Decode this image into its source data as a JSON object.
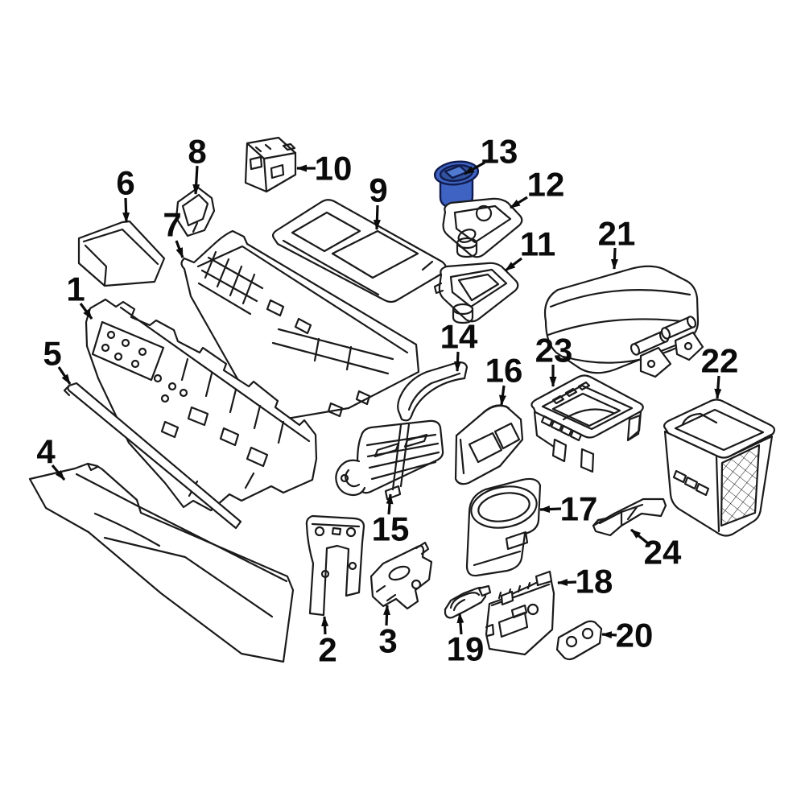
{
  "diagram": {
    "background": "#ffffff",
    "line_color": "#1a1a1a",
    "label_color": "#0b0b0b",
    "highlighted_part": {
      "number": "13",
      "fill": "#3f63c2",
      "rim_fill": "#33539f",
      "slot_fill": "#5079d0",
      "stroke": "#101c4f"
    },
    "callouts": [
      {
        "number": "1",
        "label": [
          94,
          359
        ],
        "arrow": [
          100,
          377,
          114,
          396
        ]
      },
      {
        "number": "2",
        "label": [
          407,
          807
        ],
        "arrow": [
          404,
          788,
          403,
          766
        ]
      },
      {
        "number": "3",
        "label": [
          482,
          796
        ],
        "arrow": [
          480,
          777,
          481,
          752
        ]
      },
      {
        "number": "4",
        "label": [
          57,
          561
        ],
        "arrow": [
          65,
          578,
          80,
          596
        ]
      },
      {
        "number": "5",
        "label": [
          65,
          439
        ],
        "arrow": [
          73,
          456,
          87,
          477
        ]
      },
      {
        "number": "6",
        "label": [
          156,
          227
        ],
        "arrow": [
          156,
          246,
          157,
          276
        ]
      },
      {
        "number": "7",
        "label": [
          214,
          279
        ],
        "arrow": [
          219,
          299,
          227,
          320
        ]
      },
      {
        "number": "8",
        "label": [
          245,
          188
        ],
        "arrow": [
          245,
          206,
          243,
          241
        ]
      },
      {
        "number": "9",
        "label": [
          470,
          236
        ],
        "arrow": [
          469,
          255,
          468,
          285
        ]
      },
      {
        "number": "10",
        "label": [
          414,
          209
        ],
        "arrow": [
          392,
          209,
          369,
          209
        ]
      },
      {
        "number": "11",
        "label": [
          668,
          303
        ],
        "arrow": [
          648,
          321,
          628,
          336
        ]
      },
      {
        "number": "12",
        "label": [
          678,
          229
        ],
        "arrow": [
          655,
          245,
          634,
          258
        ]
      },
      {
        "number": "13",
        "label": [
          620,
          188
        ],
        "arrow": [
          602,
          202,
          577,
          216
        ]
      },
      {
        "number": "14",
        "label": [
          570,
          418
        ],
        "arrow": [
          569,
          437,
          568,
          461
        ]
      },
      {
        "number": "15",
        "label": [
          485,
          657
        ],
        "arrow": [
          483,
          639,
          485,
          614
        ]
      },
      {
        "number": "16",
        "label": [
          626,
          460
        ],
        "arrow": [
          626,
          479,
          623,
          503
        ]
      },
      {
        "number": "17",
        "label": [
          719,
          632
        ],
        "arrow": [
          697,
          632,
          671,
          633
        ]
      },
      {
        "number": "18",
        "label": [
          738,
          722
        ],
        "arrow": [
          716,
          723,
          693,
          724
        ]
      },
      {
        "number": "19",
        "label": [
          578,
          806
        ],
        "arrow": [
          573,
          788,
          571,
          762
        ]
      },
      {
        "number": "20",
        "label": [
          788,
          789
        ],
        "arrow": [
          766,
          789,
          748,
          788
        ]
      },
      {
        "number": "21",
        "label": [
          766,
          290
        ],
        "arrow": [
          764,
          308,
          763,
          334
        ]
      },
      {
        "number": "22",
        "label": [
          894,
          448
        ],
        "arrow": [
          893,
          467,
          891,
          495
        ]
      },
      {
        "number": "23",
        "label": [
          688,
          435
        ],
        "arrow": [
          687,
          453,
          687,
          480
        ]
      },
      {
        "number": "24",
        "label": [
          823,
          686
        ],
        "arrow": [
          805,
          675,
          784,
          658
        ]
      }
    ]
  }
}
